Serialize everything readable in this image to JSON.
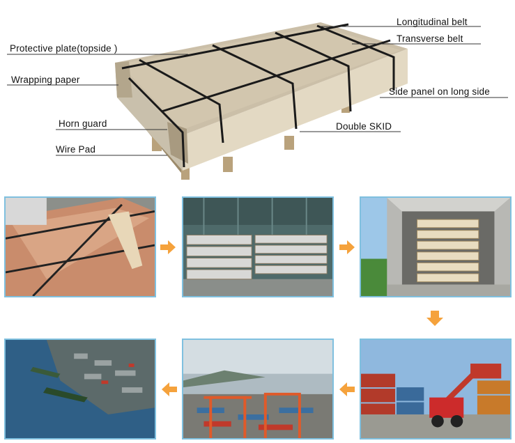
{
  "callouts": {
    "longitudinal_belt": "Longitudinal belt",
    "transverse_belt": "Transverse belt",
    "protective_plate": "Protective plate(topside )",
    "wrapping_paper": "Wrapping paper",
    "side_panel": "Side panel on long side",
    "horn_guard": "Horn guard",
    "double_skid": "Double SKID",
    "wire_pad": "Wire Pad"
  },
  "process_steps": [
    {
      "name": "strapping",
      "icon": "photo-strapped-plates"
    },
    {
      "name": "warehouse",
      "icon": "photo-warehouse-stacks"
    },
    {
      "name": "container-loading",
      "icon": "photo-container"
    },
    {
      "name": "container-yard",
      "icon": "photo-reach-stacker"
    },
    {
      "name": "port-terminal",
      "icon": "photo-port-cranes"
    },
    {
      "name": "harbor",
      "icon": "photo-harbor-aerial"
    }
  ],
  "colors": {
    "arrow": "#f5a23c",
    "frame": "#7fc0df",
    "package_top": "#cbbfa8",
    "belt": "#1a1a1a"
  }
}
